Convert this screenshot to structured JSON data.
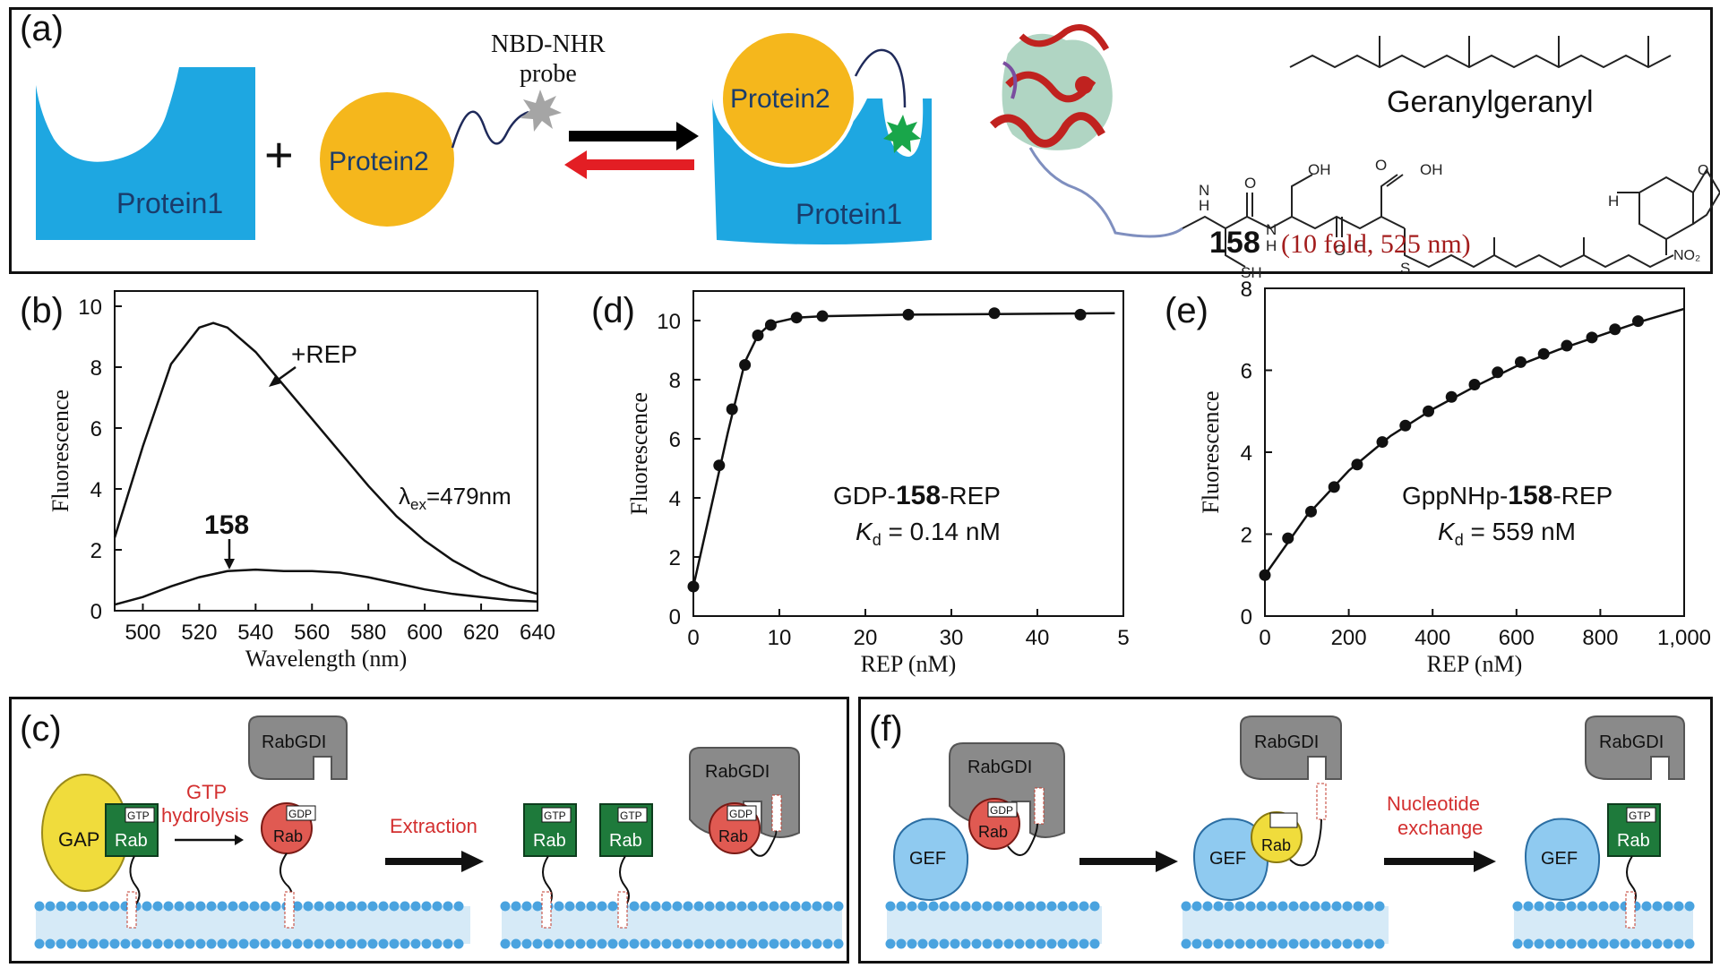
{
  "panel_a": {
    "label": "(a)",
    "protein1": "Protein1",
    "protein2": "Protein2",
    "plus": "+",
    "probe_line1": "NBD-NHR",
    "probe_line2": "probe",
    "geranylgeranyl": "Geranylgeranyl",
    "compound": "158",
    "compound_note": "(10 fold, 525 nm)",
    "atoms": {
      "oh": "OH",
      "sh": "SH",
      "h1": "H",
      "h2": "H",
      "h3": "H",
      "n1": "N",
      "n2": "N",
      "o1": "O",
      "o2": "O",
      "o3": "O",
      "oh2": "OH",
      "s": "S",
      "nh": "H",
      "nn": "N",
      "no": "N-O",
      "no2": "NO₂",
      "oo": "O"
    },
    "colors": {
      "protein1": "#1ea7e1",
      "protein2": "#f5b71c",
      "probe_off": "#a5a5a5",
      "probe_on": "#19a64a",
      "forward_arrow": "#000000",
      "reverse_arrow": "#e31e24",
      "note_red": "#a31d1d"
    }
  },
  "panel_b": {
    "label": "(b)",
    "lambda": "λ",
    "lambda_sub": "ex",
    "lambda_rest": "=479nm",
    "rep_label": "+REP",
    "compound_label": "158"
  },
  "panel_d": {
    "label": "(d)",
    "ann_line1_a": "GDP-",
    "ann_line1_b": "158",
    "ann_line1_c": "-REP",
    "ann_line2_a": "K",
    "ann_line2_b": "d",
    "ann_line2_c": " = 0.14 nM"
  },
  "panel_e": {
    "label": "(e)",
    "ann_line1_a": "GppNHp-",
    "ann_line1_b": "158",
    "ann_line1_c": "-REP",
    "ann_line2_a": "K",
    "ann_line2_b": "d",
    "ann_line2_c": " = 559 nM"
  },
  "panel_c": {
    "label": "(c)",
    "gap": "GAP",
    "rab": "Rab",
    "gtp": "GTP",
    "gdp": "GDP",
    "rabgdi": "RabGDI",
    "gtp_hyd_1": "GTP",
    "gtp_hyd_2": "hydrolysis",
    "extraction": "Extraction"
  },
  "panel_f": {
    "label": "(f)",
    "gef": "GEF",
    "rab": "Rab",
    "gtp": "GTP",
    "gdp": "GDP",
    "rabgdi": "RabGDI",
    "nuc_1": "Nucleotide",
    "nuc_2": "exchange"
  },
  "chart_data": [
    {
      "panel": "b",
      "type": "line",
      "xlabel": "Wavelength (nm)",
      "ylabel": "Fluorescence",
      "xlim": [
        490,
        640
      ],
      "ylim": [
        0,
        10.5
      ],
      "xticks": [
        "500",
        "520",
        "540",
        "560",
        "580",
        "600",
        "620",
        "640"
      ],
      "yticks": [
        "0",
        "2",
        "4",
        "6",
        "8",
        "10"
      ],
      "series": [
        {
          "name": "+REP",
          "x": [
            490,
            500,
            510,
            520,
            525,
            530,
            540,
            550,
            560,
            570,
            580,
            590,
            600,
            610,
            620,
            630,
            640
          ],
          "y": [
            2.4,
            5.4,
            8.1,
            9.3,
            9.45,
            9.3,
            8.5,
            7.4,
            6.3,
            5.2,
            4.1,
            3.1,
            2.3,
            1.65,
            1.15,
            0.8,
            0.55
          ]
        },
        {
          "name": "158",
          "x": [
            490,
            500,
            510,
            520,
            530,
            540,
            550,
            560,
            570,
            580,
            590,
            600,
            610,
            620,
            630,
            640
          ],
          "y": [
            0.2,
            0.45,
            0.8,
            1.1,
            1.3,
            1.35,
            1.3,
            1.3,
            1.25,
            1.1,
            0.9,
            0.7,
            0.55,
            0.45,
            0.35,
            0.3
          ]
        }
      ]
    },
    {
      "panel": "d",
      "type": "scatter",
      "xlabel": "REP (nM)",
      "ylabel": "Fluorescence",
      "xlim": [
        0,
        50
      ],
      "ylim": [
        0,
        11
      ],
      "xticks": [
        "0",
        "10",
        "20",
        "30",
        "40",
        "5"
      ],
      "yticks": [
        "0",
        "2",
        "4",
        "6",
        "8",
        "10"
      ],
      "points": {
        "x": [
          0,
          3,
          4.5,
          6,
          7.5,
          9,
          12,
          15,
          25,
          35,
          45
        ],
        "y": [
          1.0,
          5.1,
          7.0,
          8.5,
          9.5,
          9.85,
          10.1,
          10.15,
          10.2,
          10.25,
          10.2
        ]
      },
      "fit": {
        "x": [
          0,
          2,
          4,
          6,
          7.5,
          9,
          12,
          15,
          25,
          35,
          49
        ],
        "y": [
          1.0,
          3.6,
          6.2,
          8.6,
          9.5,
          9.9,
          10.1,
          10.15,
          10.2,
          10.22,
          10.25
        ]
      }
    },
    {
      "panel": "e",
      "type": "scatter",
      "xlabel": "REP (nM)",
      "ylabel": "Fluorescence",
      "xlim": [
        0,
        1000
      ],
      "ylim": [
        0,
        8
      ],
      "xticks": [
        "0",
        "200",
        "400",
        "600",
        "800",
        "1,000"
      ],
      "yticks": [
        "0",
        "2",
        "4",
        "6",
        "8"
      ],
      "points": {
        "x": [
          0,
          55,
          110,
          165,
          220,
          280,
          335,
          390,
          445,
          500,
          555,
          610,
          665,
          720,
          780,
          835,
          890
        ],
        "y": [
          1.0,
          1.9,
          2.55,
          3.15,
          3.7,
          4.25,
          4.65,
          5.0,
          5.35,
          5.65,
          5.95,
          6.2,
          6.4,
          6.6,
          6.8,
          7.0,
          7.2
        ]
      },
      "fit": {
        "x": [
          0,
          100,
          200,
          300,
          400,
          500,
          600,
          700,
          800,
          900,
          1000
        ],
        "y": [
          1.0,
          2.45,
          3.55,
          4.4,
          5.05,
          5.6,
          6.1,
          6.5,
          6.85,
          7.2,
          7.5
        ]
      }
    }
  ]
}
